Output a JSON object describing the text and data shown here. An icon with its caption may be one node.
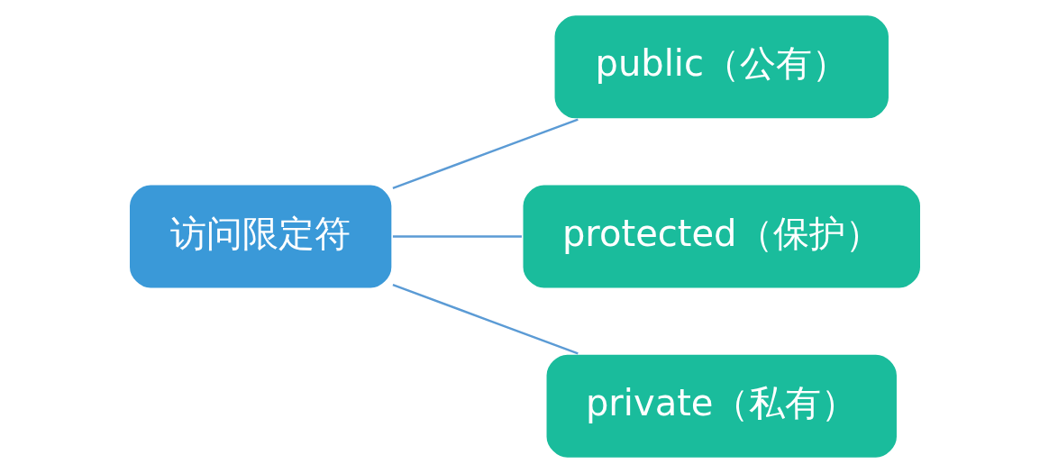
{
  "diagram": {
    "nodes": [
      {
        "text": [
          "访问限定符"
        ]
      },
      {
        "text": [
          "public（公有）"
        ]
      },
      {
        "text": [
          "protected（保护）"
        ]
      },
      {
        "text": [
          "private（私有）"
        ]
      }
    ],
    "edges": [
      {
        "from": 0,
        "to": 1,
        "arrow": "none"
      },
      {
        "from": 0,
        "to": 2,
        "arrow": "none"
      },
      {
        "from": 0,
        "to": 3,
        "arrow": "none"
      }
    ]
  }
}
